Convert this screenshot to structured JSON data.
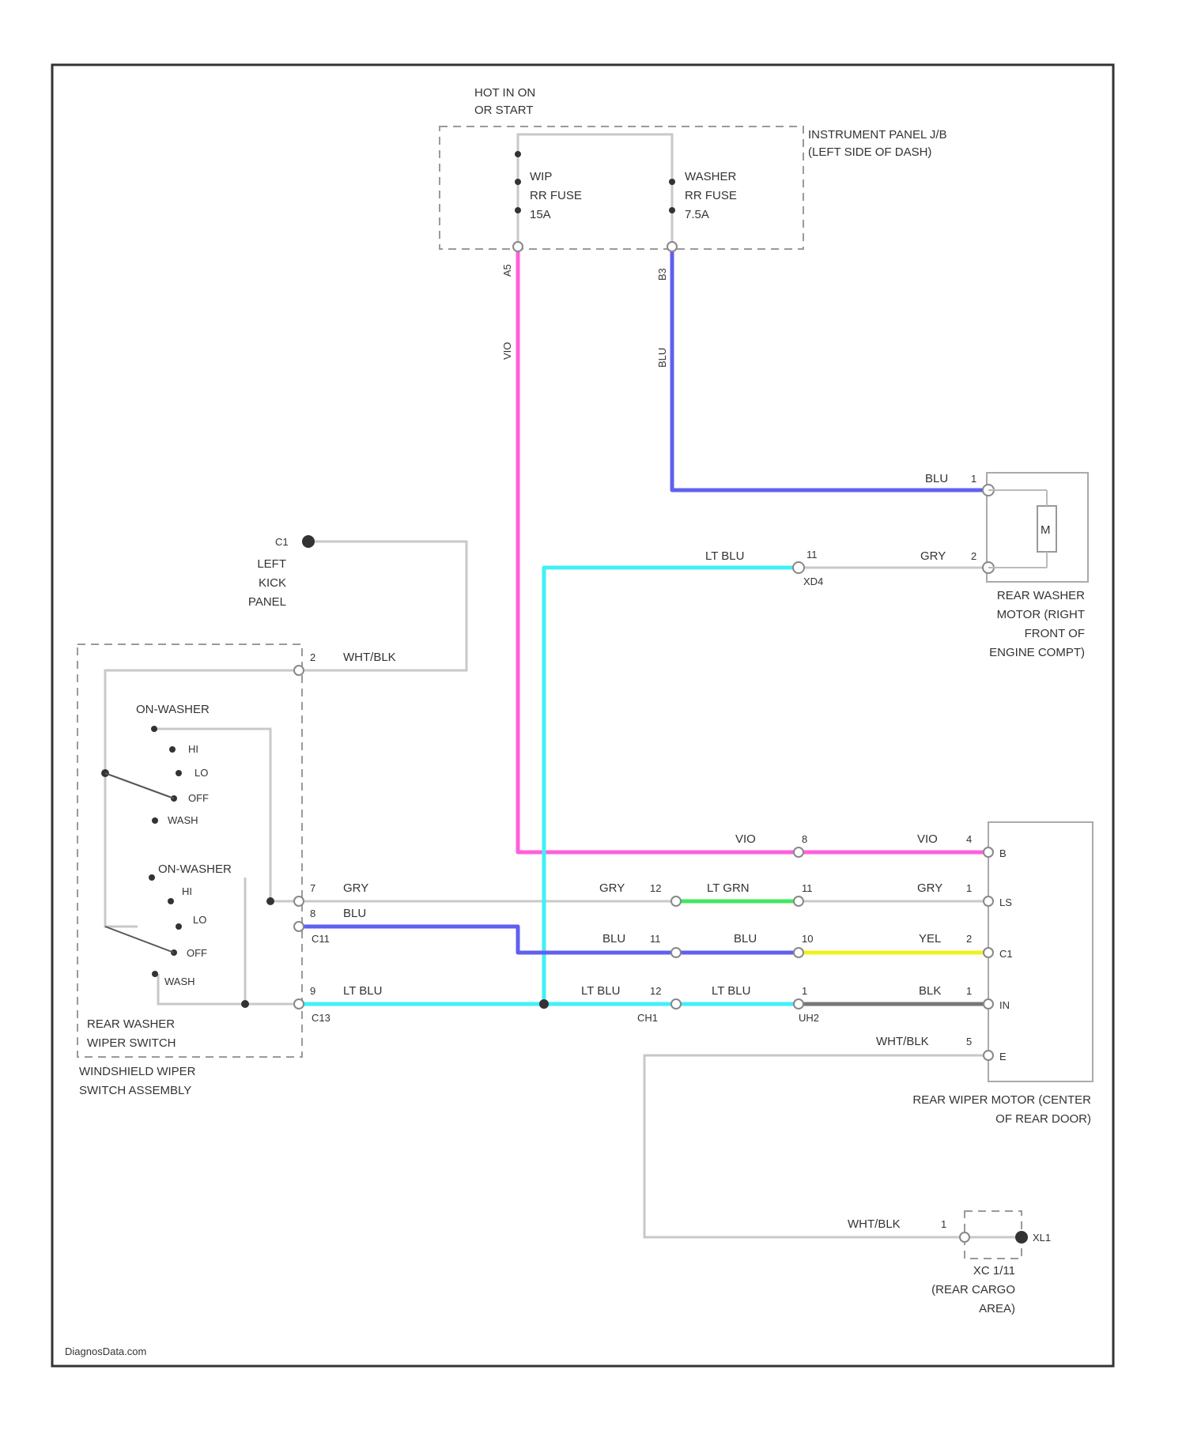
{
  "power": {
    "line1": "HOT IN ON",
    "line2": "OR START"
  },
  "junction_box": {
    "line1": "INSTRUMENT PANEL J/B",
    "line2": "(LEFT SIDE OF DASH)"
  },
  "fuse_wip": {
    "line1": "WIP",
    "line2": "RR FUSE",
    "line3": "15A",
    "pin": "A5"
  },
  "fuse_washer": {
    "line1": "WASHER",
    "line2": "RR FUSE",
    "line3": "7.5A",
    "pin": "B3"
  },
  "wire_vio_vertical": "VIO",
  "wire_blu_vertical": "BLU",
  "washer_motor": {
    "line1": "REAR WASHER",
    "line2": "MOTOR (RIGHT",
    "line3": "FRONT OF",
    "line4": "ENGINE COMPT)",
    "symbol": "M",
    "pin1": "1",
    "pin2": "2",
    "wire1": "BLU",
    "wire2": "GRY"
  },
  "connector_a": {
    "wire": "LT BLU",
    "pin": "11",
    "name": "XD4"
  },
  "ground_c": {
    "id": "C1",
    "line1": "LEFT",
    "line2": "KICK",
    "line3": "PANEL"
  },
  "switch": {
    "ground_pin": "2",
    "ground_wire": "WHT/BLK",
    "front_group": "ON-WASHER",
    "front_positions": [
      "HI",
      "LO",
      "OFF",
      "WASH"
    ],
    "rear_group": "ON-WASHER",
    "rear_positions": [
      "HI",
      "LO",
      "OFF",
      "WASH"
    ],
    "pin7": "7",
    "pin7_wire": "GRY",
    "pin8": "8",
    "pin8_wire": "BLU",
    "conn1": "C11",
    "pin9": "9",
    "pin9_wire": "LT BLU",
    "conn2": "C13",
    "line1": "REAR WASHER",
    "line2": "WIPER SWITCH",
    "assy1": "WINDSHIELD WIPER",
    "assy2": "SWITCH ASSEMBLY"
  },
  "mid_connector": {
    "r1_left_wire": "GRY",
    "r1_pin": "12",
    "r1_right_wire": "LT GRN",
    "r2_left_wire": "BLU",
    "r2_pin": "11",
    "r2_right_wire": "BLU",
    "r3_left_wire": "LT BLU",
    "r3_pin": "12",
    "r3_right_wire": "LT BLU",
    "name": "CH1"
  },
  "right_connector": {
    "r0_left_wire": "VIO",
    "r0_pin": "8",
    "r1_pin": "11",
    "r2_pin": "10",
    "r3_pin": "1",
    "name": "UH2"
  },
  "rear_wiper_motor": {
    "r0_wire": "VIO",
    "r0_pin": "4",
    "r0_term": "B",
    "r1_wire": "GRY",
    "r1_pin": "1",
    "r1_term": "LS",
    "r2_wire": "YEL",
    "r2_pin": "2",
    "r2_term": "C1",
    "r3_wire": "BLK",
    "r3_pin": "1",
    "r3_term": "IN",
    "r4_wire": "WHT/BLK",
    "r4_pin": "5",
    "r4_term": "E",
    "line1": "REAR WIPER MOTOR (CENTER",
    "line2": "OF REAR DOOR)"
  },
  "ground_rear": {
    "wire": "WHT/BLK",
    "pin": "1",
    "id": "XL1",
    "line1": "XC 1/11",
    "line2": "(REAR CARGO",
    "line3": "AREA)"
  },
  "watermark": "DiagnosData.com",
  "colors": {
    "vio": "#ff5fdc",
    "blu": "#6060f0",
    "lt_blu": "#40f0f8",
    "lt_grn": "#40e860",
    "yel": "#f0f020",
    "blk": "#777777",
    "gray": "#c8c8c8"
  }
}
